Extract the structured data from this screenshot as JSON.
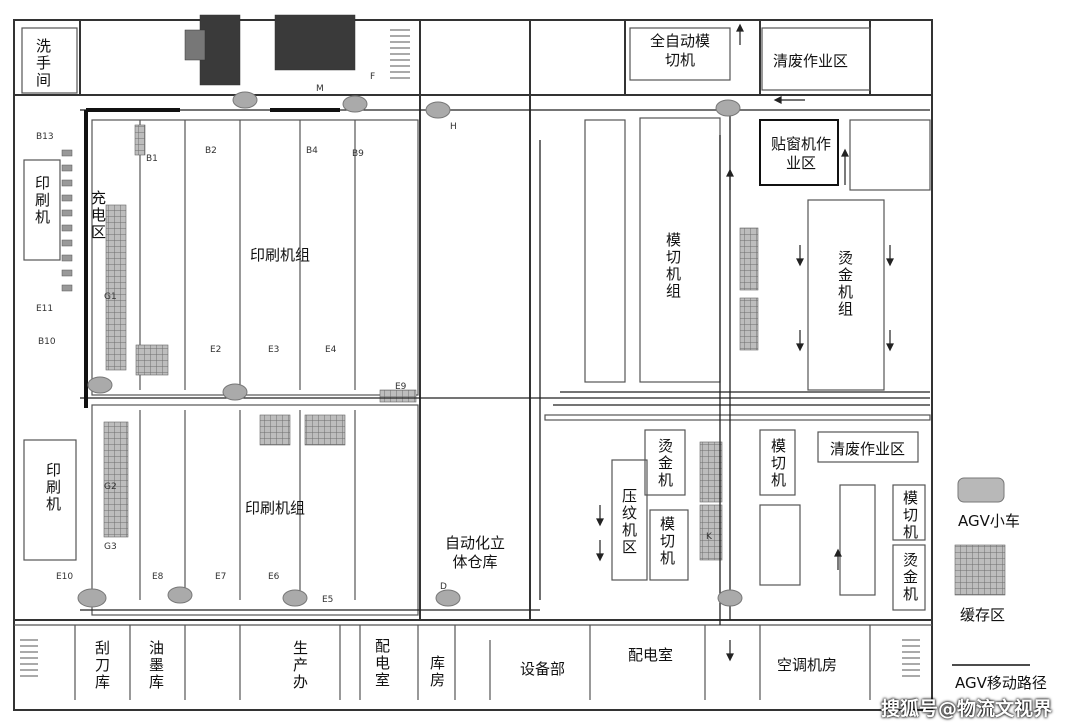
{
  "colors": {
    "wall": "#222222",
    "line": "#555555",
    "hatch": "#8a8a8a",
    "agv": "#9a9a9a",
    "path": "#111111"
  },
  "areas": {
    "washroom": "洗手间",
    "printer_left": "印刷机",
    "charging": "充电区",
    "press_group_top": "印刷机组",
    "printer_left_bottom": "印刷机",
    "press_group_bottom": "印刷机组",
    "auto_die_cutter": "全自动模切机",
    "waste_area_top": "清废作业区",
    "window_patcher": "贴窗机作业区",
    "die_cut_group": "模切机组",
    "hot_stamp_group": "烫金机组",
    "hot_stamp_1": "烫金机",
    "embossing": "压纹机区",
    "die_cutter_1": "模切机",
    "die_cutter_2": "模切机",
    "waste_area_bottom": "清废作业区",
    "die_cutter_3": "模切机",
    "hot_stamp_2": "烫金机",
    "auto_warehouse": "自动化立体仓库",
    "blade_store": "刮刀库",
    "ink_store": "油墨库",
    "production_office": "生产办",
    "power_room_1": "配电室",
    "storeroom": "库房",
    "equipment_dept": "设备部",
    "power_room_2": "配电室",
    "ac_room": "空调机房"
  },
  "stations": {
    "B1": "B1",
    "B2": "B2",
    "B4": "B4",
    "B9": "B9",
    "B10": "B10",
    "B13": "B13",
    "E2": "E2",
    "E3": "E3",
    "E4": "E4",
    "E5": "E5",
    "E6": "E6",
    "E7": "E7",
    "E8": "E8",
    "E9": "E9",
    "E10": "E10",
    "E11": "E11",
    "G1": "G1",
    "G2": "G2",
    "G3": "G3",
    "D": "D",
    "H": "H",
    "K": "K",
    "M": "M",
    "F": "F"
  },
  "legend": {
    "agv": "AGV小车",
    "buffer": "缓存区",
    "path": "AGV移动路径"
  },
  "watermark": "搜狐号@物流文视界"
}
